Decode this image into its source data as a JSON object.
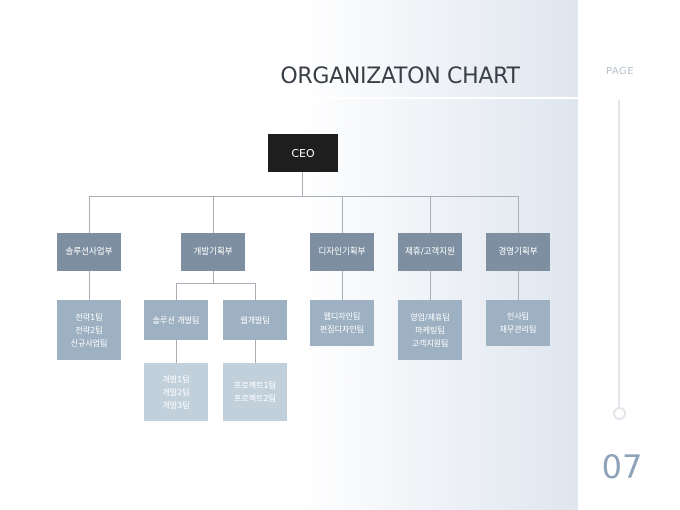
{
  "title": "ORGANIZATON CHART",
  "page_label": "PAGE",
  "page_number": "07",
  "chart": {
    "ceo": "CEO",
    "departments": [
      {
        "name": "솔루션사업부",
        "teams": [
          {
            "name": "전략1팀\n전략2팀\n신규사업팀"
          }
        ]
      },
      {
        "name": "개발기획부",
        "teams": [
          {
            "name": "솔루션 개발팀",
            "subteams": "개발1팀\n개발2팀\n개발3팀"
          },
          {
            "name": "웹개발팀",
            "subteams": "프로젝트1팀\n프로젝트2팀"
          }
        ]
      },
      {
        "name": "디자인기획부",
        "teams": [
          {
            "name": "웹디자인팀\n편집디자인팀"
          }
        ]
      },
      {
        "name": "제휴/고객지원",
        "teams": [
          {
            "name": "영업/제휴팀\n마케팅팀\n고객지원팀"
          }
        ]
      },
      {
        "name": "경영기획부",
        "teams": [
          {
            "name": "인사팀\n재무관리팀"
          }
        ]
      }
    ]
  }
}
